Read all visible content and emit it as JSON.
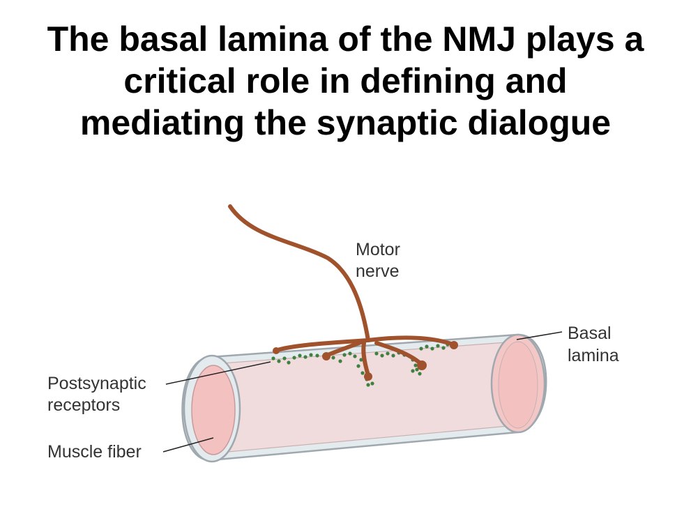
{
  "title": {
    "lines": [
      "The basal lamina of the NMJ plays a",
      "critical role in defining and",
      "mediating the synaptic dialogue"
    ]
  },
  "labels": {
    "motor_nerve": [
      "Motor",
      "nerve"
    ],
    "basal_lamina": [
      "Basal",
      "lamina"
    ],
    "postsynaptic_receptors": [
      "Postsynaptic",
      "receptors"
    ],
    "muscle_fiber": "Muscle fiber"
  },
  "colors": {
    "nerve": "#a0522d",
    "receptor": "#3f7f3f",
    "muscle_fill": "#f0dcdc",
    "muscle_end": "#f4c1c1",
    "lamina_stroke": "#9fa8ae",
    "lamina_fill": "#e4ebef"
  }
}
